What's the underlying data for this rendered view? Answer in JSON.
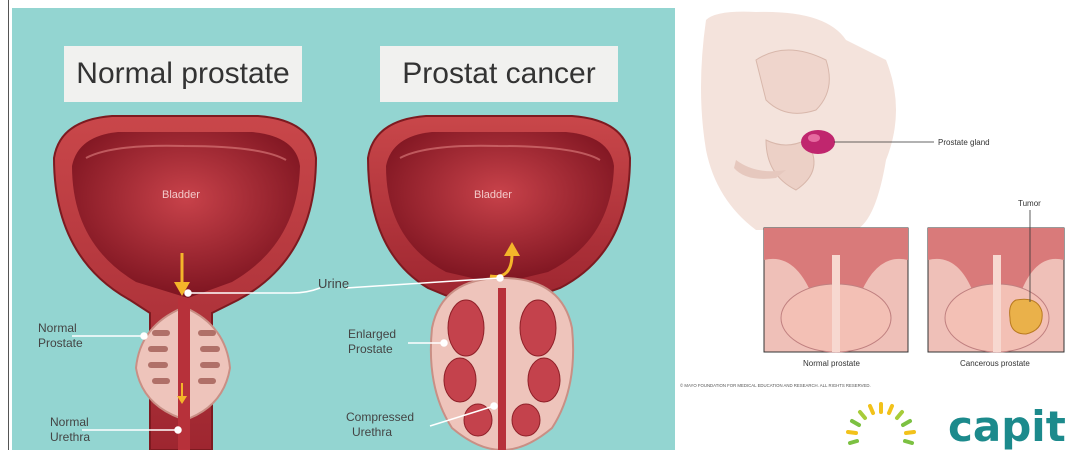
{
  "left_diagram": {
    "title_normal": "Normal prostate",
    "title_cancer": "Prostat cancer",
    "labels": {
      "bladder_left": "Bladder",
      "bladder_right": "Bladder",
      "urine": "Urine",
      "normal_prostate": "Normal\nProstate",
      "normal_prostate_l1": "Normal",
      "normal_prostate_l2": "Prostate",
      "enlarged_prostate_l1": "Enlarged",
      "enlarged_prostate_l2": "Prostate",
      "normal_urethra_l1": "Normal",
      "normal_urethra_l2": "Urethra",
      "compressed_urethra_l1": "Compressed",
      "compressed_urethra_l2": "Urethra"
    },
    "colors": {
      "background": "#93d5d1",
      "bladder_wall": "#b8363a",
      "bladder_inner": "#8f1d26",
      "prostate": "#eec4bb",
      "arrow": "#f4b52a"
    }
  },
  "right_diagram": {
    "labels": {
      "prostate_gland": "Prostate gland",
      "tumor": "Tumor",
      "normal_prostate": "Normal prostate",
      "cancerous_prostate": "Cancerous prostate",
      "copyright": "© MAYO FOUNDATION FOR MEDICAL EDUCATION AND RESEARCH. ALL RIGHTS RESERVED."
    }
  },
  "logo": {
    "text": "capita",
    "colors": {
      "text": "#1c8a8c",
      "rays_yellow": "#f2c21b",
      "rays_green": "#7cc142"
    }
  }
}
